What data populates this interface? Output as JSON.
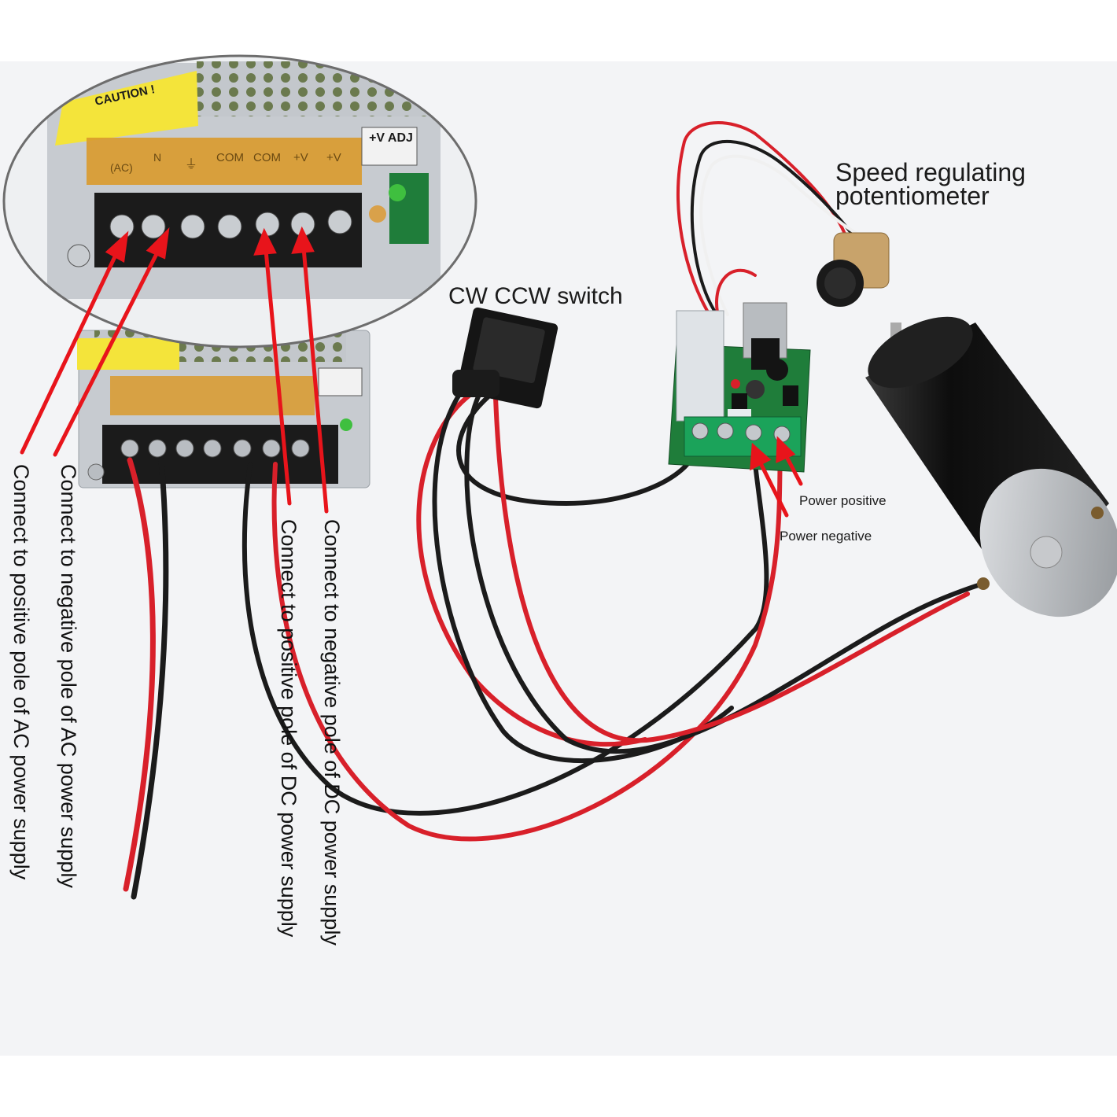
{
  "labels": {
    "potentiometer": [
      "Speed regulating",
      "potentiometer"
    ],
    "switch": "CW CCW switch",
    "power_positive": "Power positive",
    "power_negative": "Power negative",
    "ac_positive": "Connect to positive pole of AC power supply",
    "ac_negative": "Connect to negative pole of AC power supply",
    "dc_positive": "Connect to positive pole of DC power supply",
    "dc_negative": "Connect to negative pole of DC power supply"
  },
  "psu": {
    "caution": "CAUTION !",
    "adj_label": "+V ADJ",
    "terminals": [
      "(AC)",
      "N",
      "⏚",
      "COM",
      "COM",
      "+V",
      "+V"
    ]
  },
  "colors": {
    "arrow": "#e8141b",
    "wire_red": "#d8202a",
    "wire_black": "#1b1b1b",
    "pcb": "#1f7d3a",
    "psu_body": "#c9cdd2",
    "label_strip": "#d99a2b",
    "motor_body": "#151515",
    "motor_cap": "#b9bcc0"
  }
}
